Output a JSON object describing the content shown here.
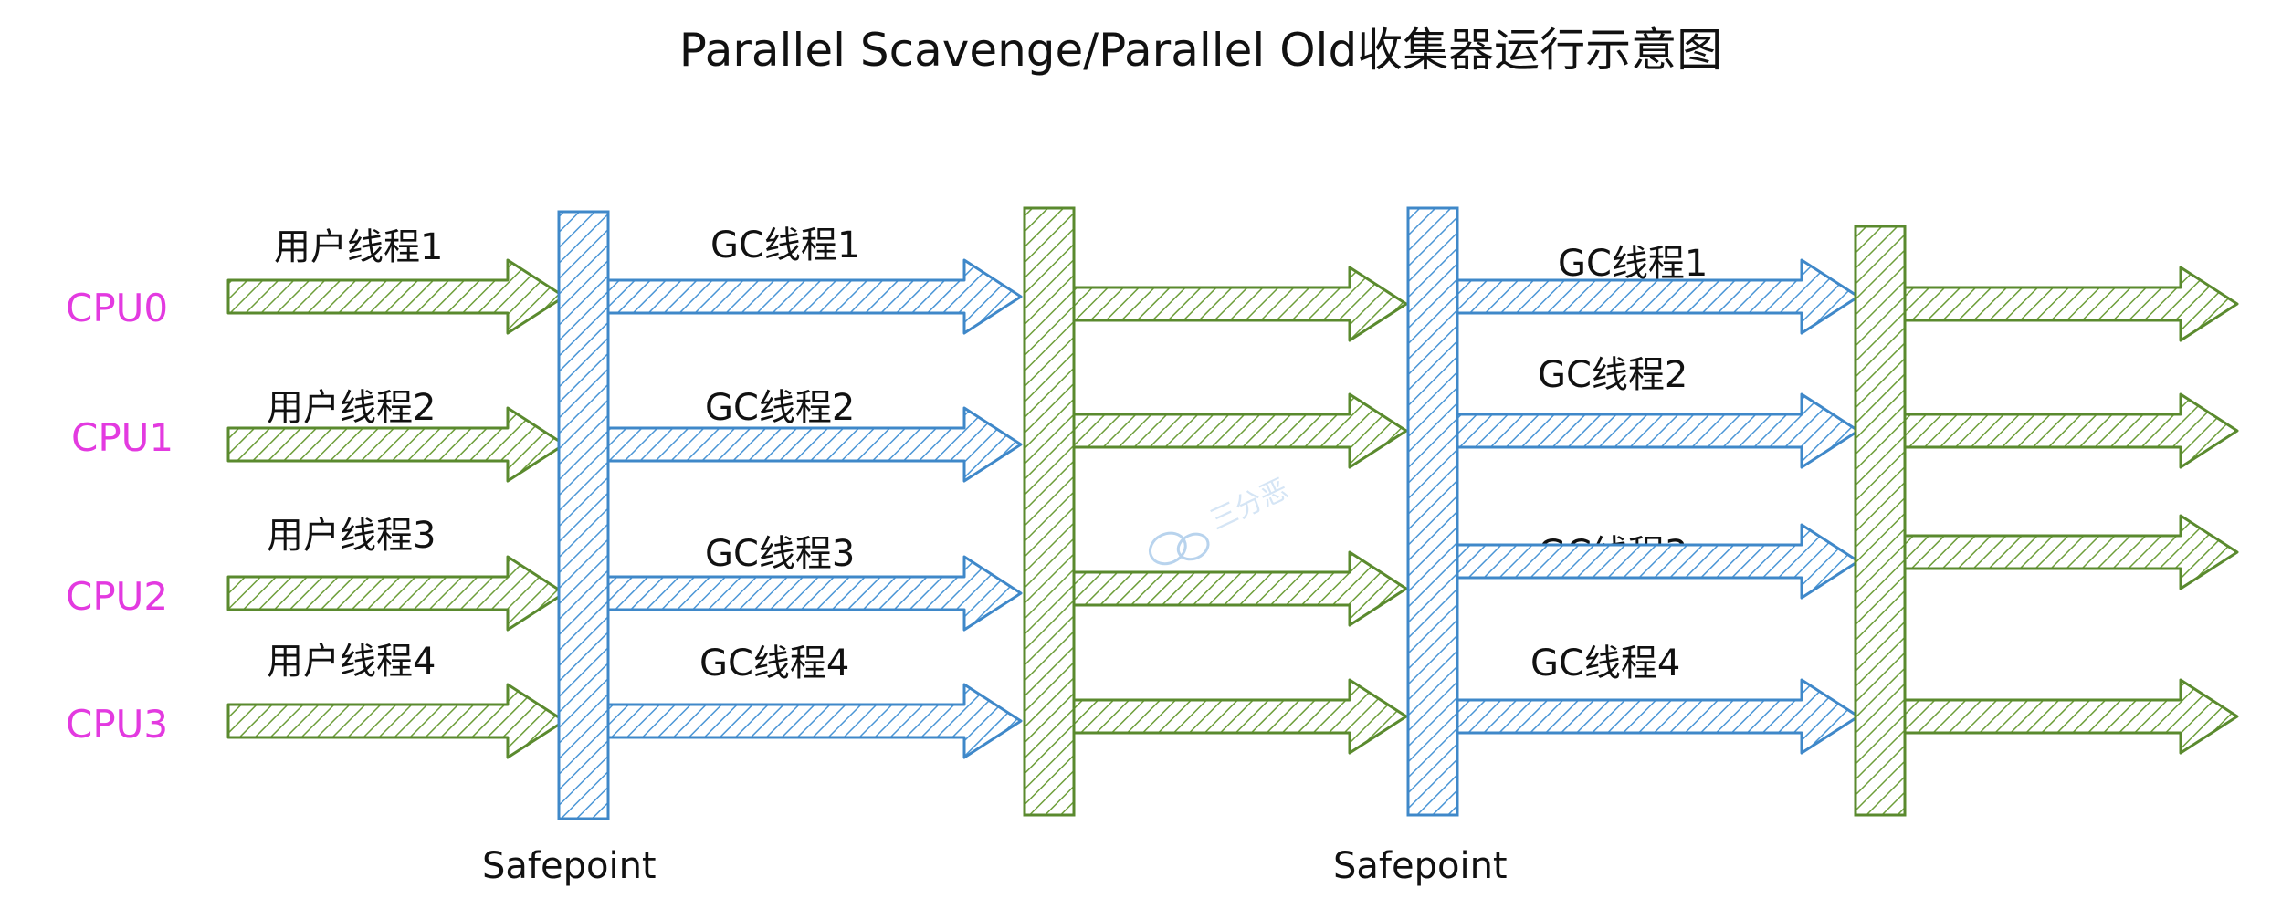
{
  "title": "Parallel Scavenge/Parallel Old收集器运行示意图",
  "cpus": [
    "CPU0",
    "CPU1",
    "CPU2",
    "CPU3"
  ],
  "user_threads": [
    "用户线程1",
    "用户线程2",
    "用户线程3",
    "用户线程4"
  ],
  "gc_threads_phase1": [
    "GC线程1",
    "GC线程2",
    "GC线程3",
    "GC线程4"
  ],
  "gc_threads_phase2": [
    "GC线程1",
    "GC线程2",
    "GC线程3",
    "GC线程4"
  ],
  "safepoint_label": "Safepoint",
  "watermark": "三分恶",
  "colors": {
    "green": "#5a8a2e",
    "green_fill": "#b6d98c",
    "blue": "#3f88c9",
    "blue_fill": "#a9cdef",
    "cpu_label": "#e33ae0"
  }
}
